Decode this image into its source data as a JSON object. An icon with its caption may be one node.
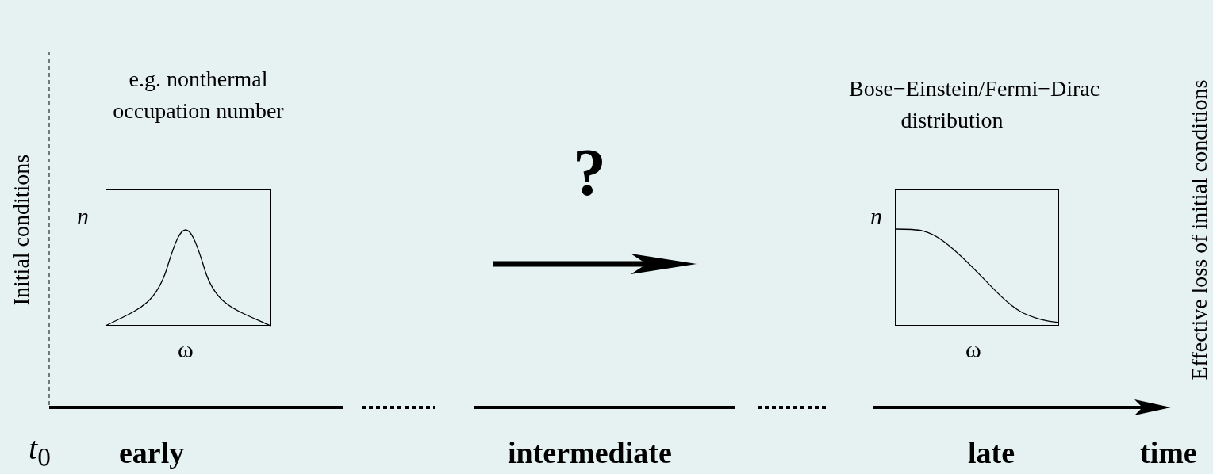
{
  "diagram": {
    "nodes": [
      {
        "text": [
          "e.g. nonthermal occupation number",
          "n",
          "ω"
        ]
      },
      {
        "text": [
          "Bose−Einstein/Fermi−Dirac distribution",
          "n",
          "ω"
        ]
      }
    ],
    "labels": [
      "Initial conditions",
      "?",
      "Effective loss of initial conditions",
      "*t*$_{0}$",
      "early",
      "intermediate",
      "late",
      "time"
    ]
  }
}
